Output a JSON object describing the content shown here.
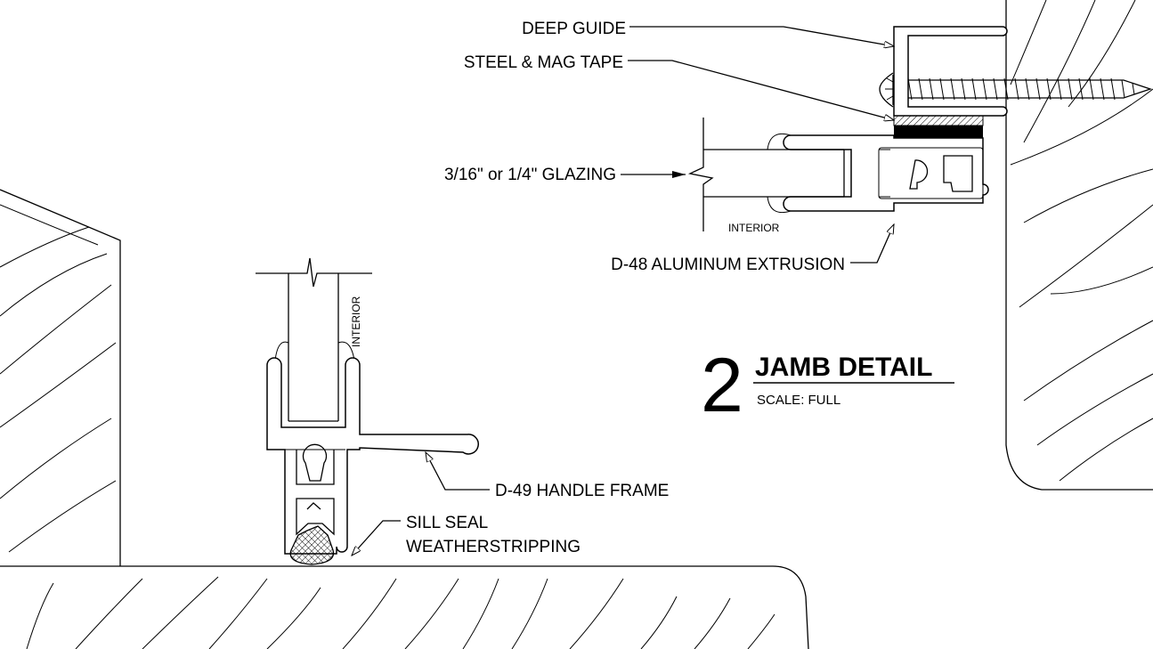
{
  "labels": {
    "deep_guide": "DEEP GUIDE",
    "steel_mag_tape": "STEEL & MAG TAPE",
    "glazing": "3/16\" or 1/4\" GLAZING",
    "interior_top": "INTERIOR",
    "d48": "D-48  ALUMINUM EXTRUSION",
    "interior_vertical": "INTERIOR",
    "d49": "D-49 HANDLE FRAME",
    "sill_seal_line1": "SILL SEAL",
    "sill_seal_line2": "WEATHERSTRIPPING"
  },
  "title_block": {
    "number": "2",
    "title": "JAMB DETAIL",
    "scale": "SCALE:  FULL"
  }
}
